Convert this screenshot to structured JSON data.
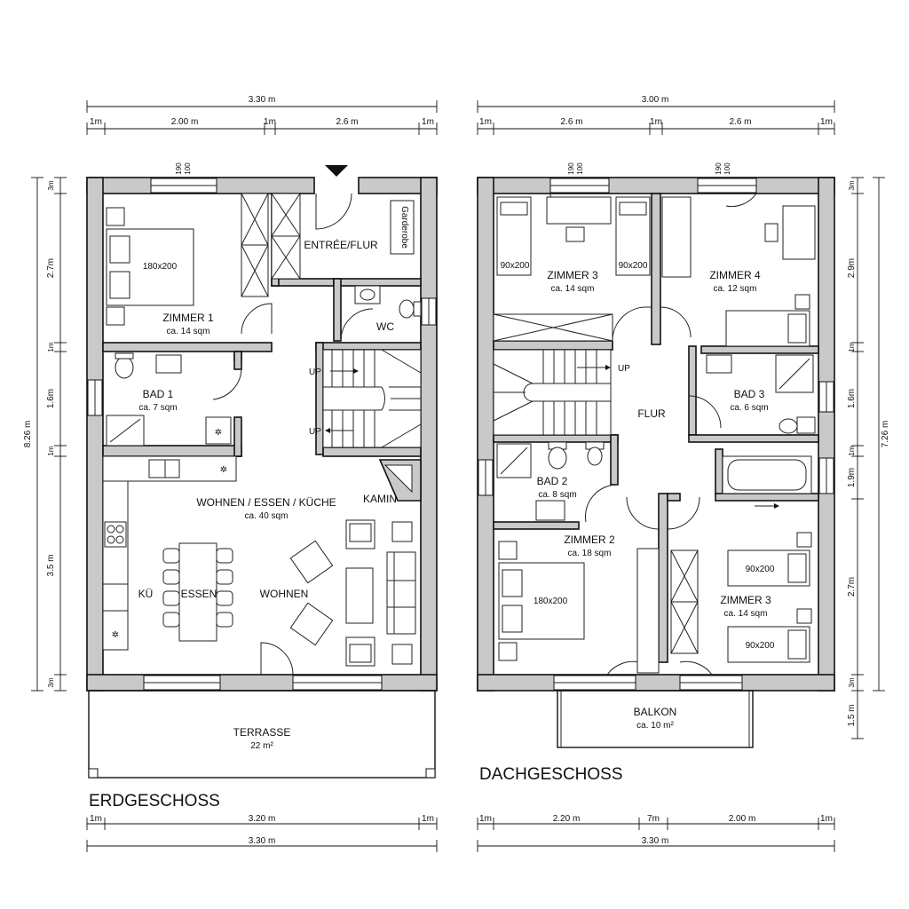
{
  "ground_floor": {
    "title": "ERDGESCHOSS",
    "dims": {
      "top_total": "3.30 m",
      "top_seg1": "1m",
      "top_seg2": "2.00 m",
      "top_seg3": "1m",
      "top_seg4": "2.6 m",
      "top_seg5": "1m",
      "bottom_seg1": "1m",
      "bottom_seg2": "3.20 m",
      "bottom_seg3": "1m",
      "bottom_total": "3.30 m",
      "left_total": "8.26 m",
      "left_seg1": "3m",
      "left_seg2": "2.7m",
      "left_seg3": "1m",
      "left_seg4": "1.6m",
      "left_seg5": "1m",
      "left_seg6": "3.5 m",
      "left_seg7": "3m"
    },
    "window_marks": {
      "top": "100",
      "top2": "190"
    },
    "rooms": {
      "zimmer1": {
        "name": "ZIMMER 1",
        "area": "ca. 14 sqm",
        "bed": "180x200"
      },
      "entree": {
        "name": "ENTRÉE/FLUR",
        "wardrobe": "Garderobe"
      },
      "wc": {
        "name": "WC"
      },
      "bad1": {
        "name": "BAD 1",
        "area": "ca. 7 sqm"
      },
      "up1": "UP",
      "up2": "UP",
      "wohnen_main": {
        "name": "WOHNEN / ESSEN / KÜCHE",
        "area": "ca. 40 sqm"
      },
      "kamin": "KAMIN",
      "kue": "KÜ",
      "essen": "ESSEN",
      "wohnen": "WOHNEN",
      "terrasse": {
        "name": "TERRASSE",
        "area": "22 m²"
      }
    }
  },
  "upper_floor": {
    "title": "DACHGESCHOSS",
    "dims": {
      "top_total": "3.00 m",
      "top_seg1": "1m",
      "top_seg2": "2.6 m",
      "top_seg3": "1m",
      "top_seg4": "2.6 m",
      "top_seg5": "1m",
      "bottom_seg1": "1m",
      "bottom_seg2": "2.20 m",
      "bottom_seg3": "7m",
      "bottom_seg4": "2.00 m",
      "bottom_seg5": "1m",
      "bottom_total": "3.30 m",
      "right_total": "7.26 m",
      "right_seg1": "3m",
      "right_seg2": "2.9m",
      "right_seg3": "1m",
      "right_seg4": "1.6m",
      "right_seg5": "1m",
      "right_seg6": "1.9m",
      "right_seg7": "2.7m",
      "right_seg8": "3m",
      "right_seg9": "1.5 m"
    },
    "window_marks": {
      "a": "190",
      "b": "100",
      "c": "190",
      "d": "100"
    },
    "rooms": {
      "zimmer3a": {
        "name": "ZIMMER 3",
        "area": "ca. 14 sqm",
        "bed_left": "90x200",
        "bed_right": "90x200"
      },
      "zimmer4": {
        "name": "ZIMMER 4",
        "area": "ca. 12 sqm"
      },
      "up": "UP",
      "flur": "FLUR",
      "bad3": {
        "name": "BAD 3",
        "area": "ca. 6 sqm"
      },
      "bad2": {
        "name": "BAD 2",
        "area": "ca. 8 sqm"
      },
      "zimmer2": {
        "name": "ZIMMER 2",
        "area": "ca. 18 sqm",
        "bed": "180x200"
      },
      "zimmer3b": {
        "name": "ZIMMER 3",
        "area": "ca. 14 sqm",
        "bed_top": "90x200",
        "bed_bottom": "90x200"
      },
      "balkon": {
        "name": "BALKON",
        "area": "ca. 10 m²"
      }
    }
  }
}
